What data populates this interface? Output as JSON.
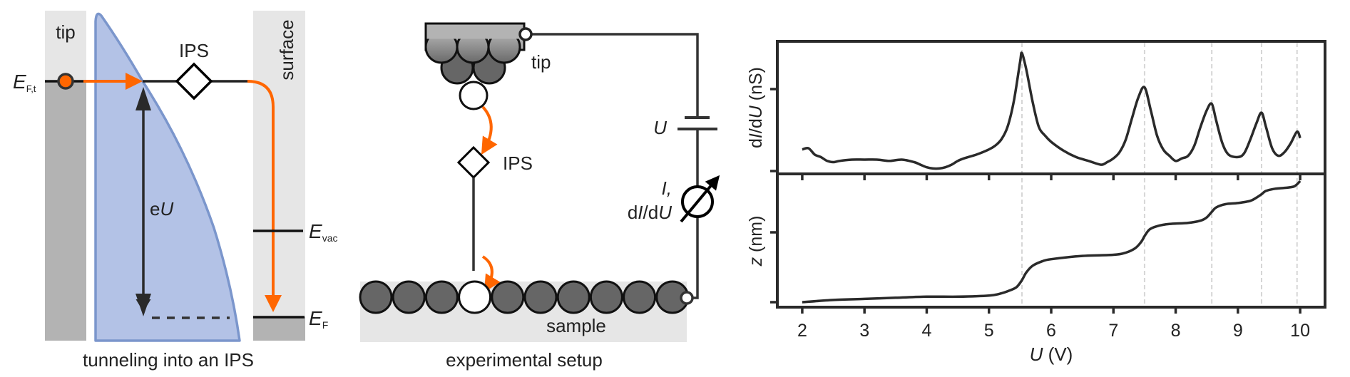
{
  "colors": {
    "orange": "#ff6600",
    "blue_stroke": "#7b96cc",
    "blue_fill": "#b3c2e6",
    "light_gray": "#e6e6e6",
    "mid_gray": "#b3b3b3",
    "atom_dark": "#666666",
    "ink": "#2a2a2a",
    "guide": "#d6d6d6"
  },
  "panel_left": {
    "tip_label": "tip",
    "surface_label": "surface",
    "ips_label": "IPS",
    "fermi_tip": {
      "main": "E",
      "sub": "F,t"
    },
    "evac": {
      "main": "E",
      "sub": "vac"
    },
    "fermi_surface": {
      "main": "E",
      "sub": "F"
    },
    "eu_label": {
      "prefix": "e",
      "var": "U"
    },
    "caption": "tunneling into an IPS"
  },
  "panel_middle": {
    "tip_label": "tip",
    "ips_label": "IPS",
    "voltage_label": "U",
    "meter_label_line1": "I,",
    "meter_label_line2": {
      "a": "d",
      "b": "I",
      "c": "/d",
      "d": "U"
    },
    "sample_label": "sample",
    "caption": "experimental setup",
    "sample_atom_count": 10,
    "highlighted_atom_index": 3
  },
  "chart_data": [
    {
      "type": "line",
      "title": "",
      "ylabel": {
        "a": "d",
        "b": "I",
        "c": "/d",
        "d": "U",
        "e": " (nS)"
      },
      "xlabel": "",
      "xlim": [
        1.6,
        10.4
      ],
      "x_ticks": [
        2,
        3,
        4,
        5,
        6,
        7,
        8,
        9,
        10
      ],
      "ylim": [
        0,
        1.0
      ],
      "y_ticks_unlabeled": 2,
      "grid": false,
      "guide_lines_x": [
        5.53,
        7.5,
        8.58,
        9.38,
        9.95
      ],
      "series": [
        {
          "name": "dI/dU",
          "x": [
            2.0,
            2.1,
            2.2,
            2.3,
            2.4,
            2.5,
            2.6,
            2.8,
            3.0,
            3.2,
            3.4,
            3.6,
            3.8,
            3.9,
            4.0,
            4.1,
            4.2,
            4.3,
            4.4,
            4.5,
            4.6,
            4.8,
            5.0,
            5.1,
            5.2,
            5.3,
            5.4,
            5.5,
            5.53,
            5.6,
            5.7,
            5.8,
            5.9,
            6.0,
            6.2,
            6.4,
            6.6,
            6.8,
            6.9,
            7.0,
            7.1,
            7.2,
            7.3,
            7.4,
            7.5,
            7.6,
            7.7,
            7.8,
            7.9,
            8.0,
            8.1,
            8.2,
            8.3,
            8.4,
            8.5,
            8.58,
            8.65,
            8.75,
            8.85,
            9.0,
            9.1,
            9.2,
            9.3,
            9.38,
            9.45,
            9.55,
            9.65,
            9.75,
            9.85,
            9.95,
            10.0
          ],
          "y": [
            0.17,
            0.18,
            0.13,
            0.11,
            0.08,
            0.07,
            0.08,
            0.09,
            0.09,
            0.09,
            0.08,
            0.09,
            0.07,
            0.05,
            0.03,
            0.02,
            0.02,
            0.03,
            0.05,
            0.08,
            0.1,
            0.13,
            0.17,
            0.2,
            0.25,
            0.35,
            0.55,
            0.86,
            0.93,
            0.8,
            0.55,
            0.35,
            0.28,
            0.23,
            0.16,
            0.11,
            0.08,
            0.05,
            0.07,
            0.1,
            0.15,
            0.25,
            0.42,
            0.58,
            0.66,
            0.48,
            0.28,
            0.17,
            0.12,
            0.08,
            0.1,
            0.12,
            0.2,
            0.35,
            0.48,
            0.53,
            0.4,
            0.22,
            0.13,
            0.11,
            0.14,
            0.25,
            0.38,
            0.46,
            0.35,
            0.18,
            0.12,
            0.15,
            0.22,
            0.31,
            0.26
          ]
        }
      ]
    },
    {
      "type": "line",
      "title": "",
      "ylabel": {
        "a": "z",
        "b": " (nm)"
      },
      "xlabel": {
        "var": "U",
        "unit": " (V)"
      },
      "xlim": [
        1.6,
        10.4
      ],
      "x_ticks": [
        2,
        3,
        4,
        5,
        6,
        7,
        8,
        9,
        10
      ],
      "x_tick_labels": [
        "2",
        "3",
        "4",
        "5",
        "6",
        "7",
        "8",
        "9",
        "10"
      ],
      "ylim": [
        0,
        1.0
      ],
      "y_ticks_unlabeled": 2,
      "grid": false,
      "guide_lines_x": [
        5.53,
        7.5,
        8.58,
        9.38,
        9.95
      ],
      "series": [
        {
          "name": "z",
          "x": [
            2.0,
            2.5,
            3.0,
            3.5,
            4.0,
            4.5,
            5.0,
            5.2,
            5.35,
            5.45,
            5.53,
            5.6,
            5.7,
            5.85,
            6.0,
            6.5,
            7.0,
            7.2,
            7.35,
            7.45,
            7.5,
            7.58,
            7.7,
            7.9,
            8.2,
            8.4,
            8.5,
            8.58,
            8.65,
            8.8,
            9.0,
            9.2,
            9.3,
            9.38,
            9.45,
            9.6,
            9.8,
            9.9,
            9.95,
            10.0
          ],
          "y": [
            0.0,
            0.02,
            0.03,
            0.04,
            0.05,
            0.05,
            0.06,
            0.08,
            0.11,
            0.14,
            0.2,
            0.27,
            0.33,
            0.37,
            0.39,
            0.42,
            0.43,
            0.45,
            0.49,
            0.55,
            0.6,
            0.66,
            0.69,
            0.71,
            0.72,
            0.74,
            0.77,
            0.82,
            0.86,
            0.89,
            0.9,
            0.92,
            0.95,
            0.98,
            1.01,
            1.03,
            1.04,
            1.05,
            1.07,
            1.1
          ]
        }
      ]
    }
  ]
}
